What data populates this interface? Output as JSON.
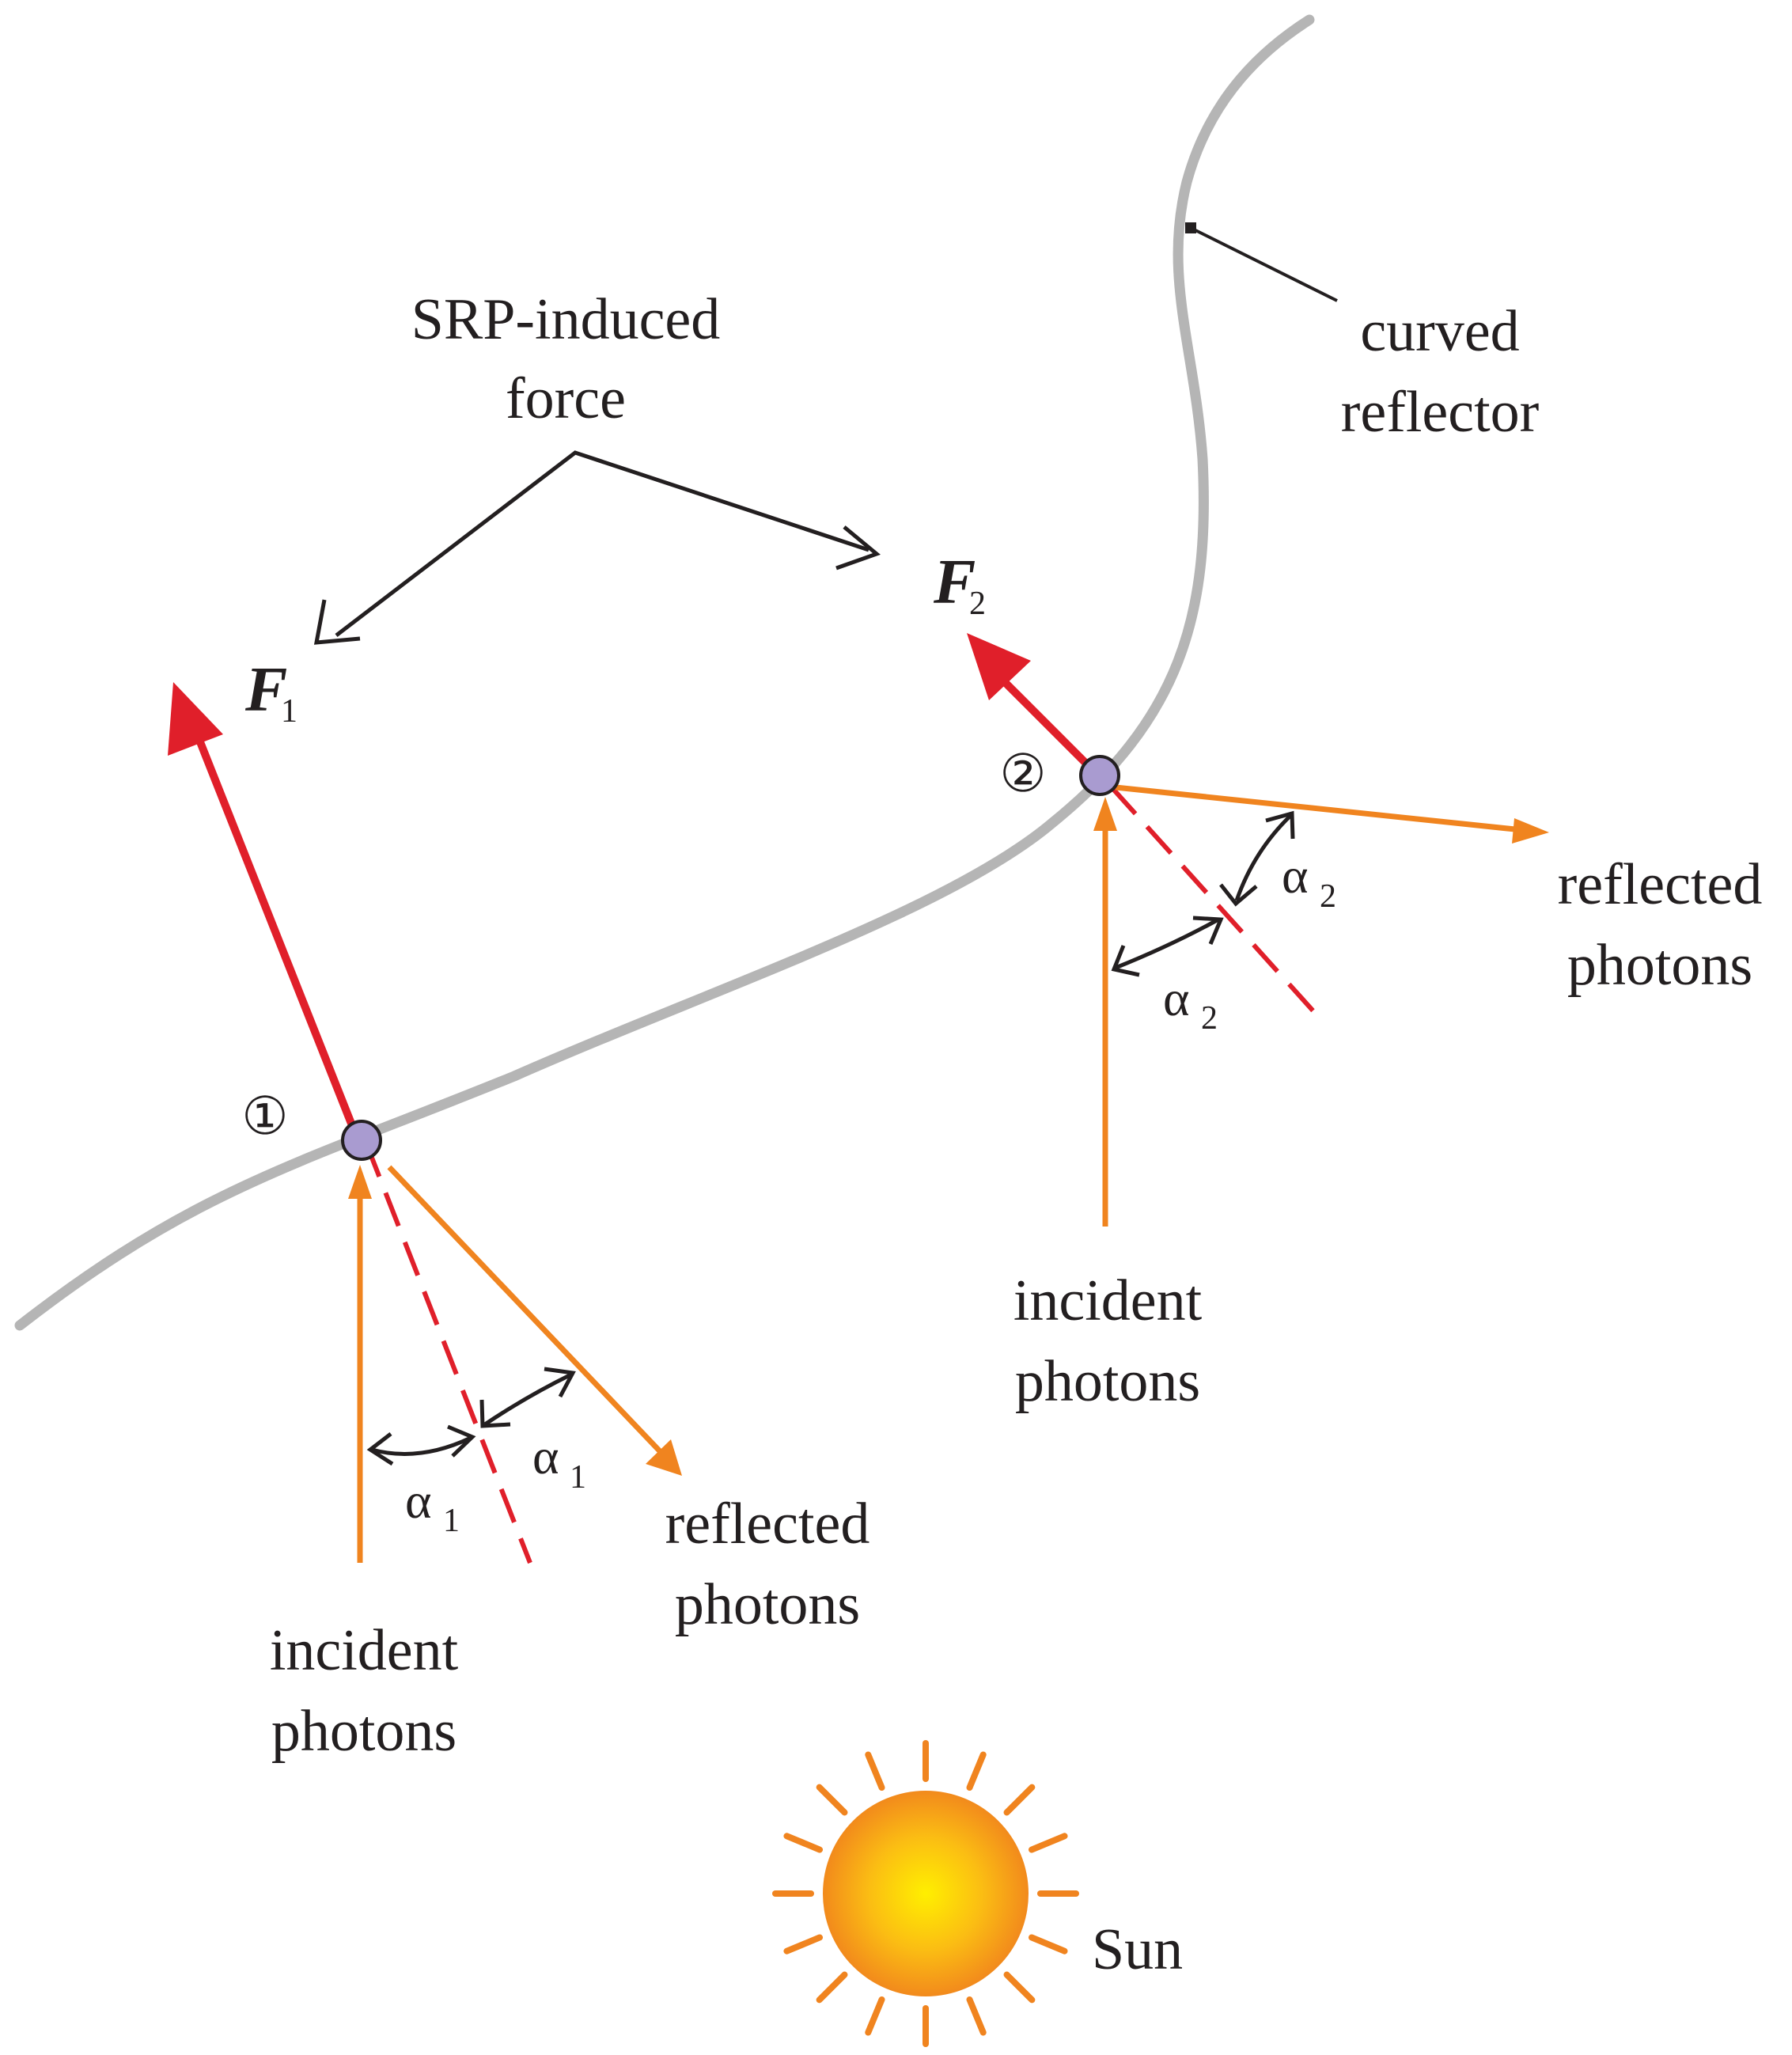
{
  "title": "",
  "labels": {
    "srp_force": [
      "SRP-induced",
      "force"
    ],
    "curved_reflector": [
      "curved",
      "reflector"
    ],
    "sun": "Sun",
    "incident_photons": [
      "incident",
      "photons"
    ],
    "reflected_photons": [
      "reflected",
      "photons"
    ],
    "force_1": "F",
    "force_1_sub": "1",
    "force_2": "F",
    "force_2_sub": "2",
    "alpha": "α",
    "alpha_sub_1": "1",
    "alpha_sub_2": "2",
    "point_1": "①",
    "point_2": "②"
  },
  "colors": {
    "reflector": "#b5b5b5",
    "force": "#e01f2a",
    "photon": "#f0841f",
    "point": "#a99bd0",
    "annotation": "#231f20",
    "sun_core": "#ffe100",
    "sun_edge": "#f39200"
  },
  "icons": {
    "sun": "sun-icon"
  }
}
